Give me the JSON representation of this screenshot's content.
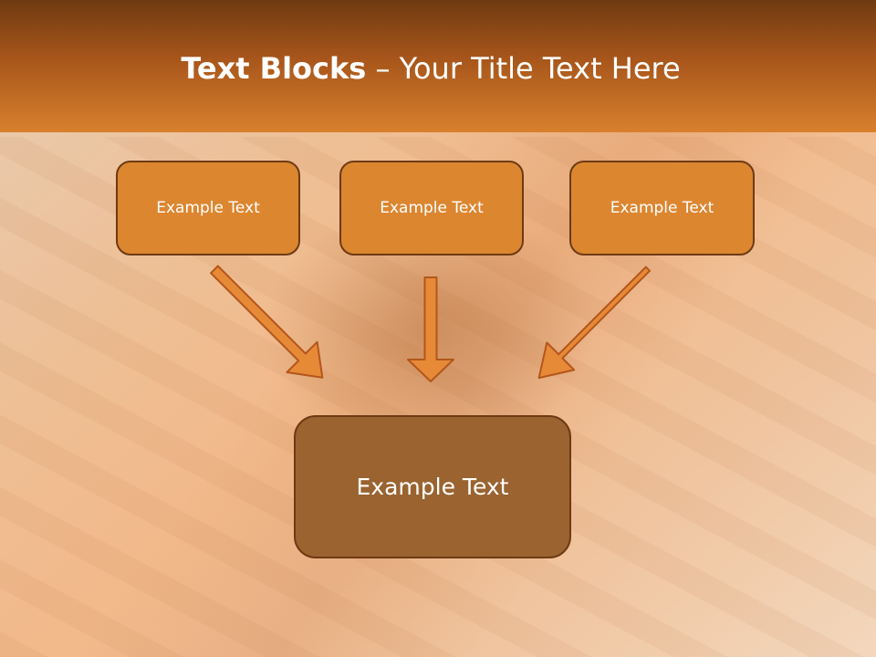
{
  "title": {
    "bold": "Text Blocks",
    "separator": " – ",
    "rest": "Your Title Text Here"
  },
  "blocks": [
    {
      "label": "Example Text"
    },
    {
      "label": "Example Text"
    },
    {
      "label": "Example Text"
    }
  ],
  "target": {
    "label": "Example Text"
  },
  "colors": {
    "header_dark": "#6f3a10",
    "header_light": "#d8802d",
    "block_fill": "#dc8630",
    "target_fill": "#9a6330",
    "border": "#6e3a13",
    "arrow_fill": "#e78a38"
  }
}
